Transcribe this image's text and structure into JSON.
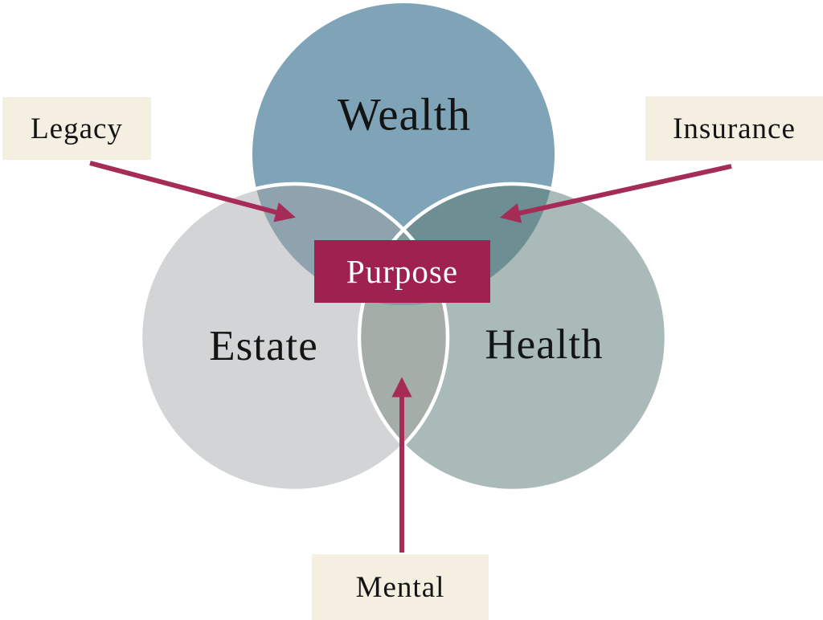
{
  "diagram": {
    "type": "venn-3-circles",
    "circles": [
      {
        "id": "wealth",
        "label": "Wealth",
        "fill": "#7fa4b8"
      },
      {
        "id": "estate",
        "label": "Estate",
        "fill": "#d3d4d6"
      },
      {
        "id": "health",
        "label": "Health",
        "fill": "#a9bab8"
      }
    ],
    "overlaps": {
      "wealth_estate": "#8fa3af",
      "wealth_health": "#6d8f94",
      "estate_health": "#a5ada9",
      "center": "#859aa0"
    },
    "center_label": {
      "text": "Purpose",
      "bg": "#9e2150",
      "color": "#ffffff"
    },
    "callouts": [
      {
        "label": "Legacy"
      },
      {
        "label": "Insurance"
      },
      {
        "label": "Mental"
      }
    ],
    "colors": {
      "arrow": "#a62c58",
      "callout_bg": "#f5efe2",
      "circle_outline": "#ffffff",
      "text": "#141414",
      "background": "#ffffff"
    }
  }
}
